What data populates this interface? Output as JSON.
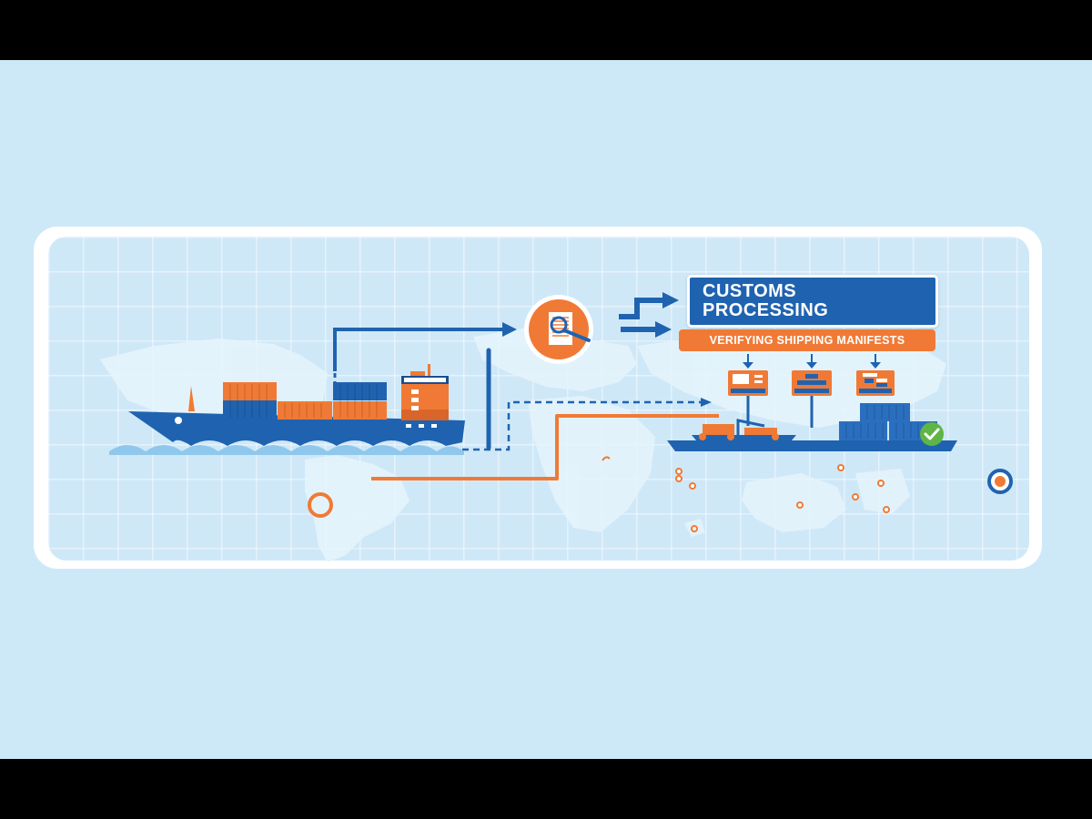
{
  "diagram": {
    "title_line1": "CUSTOMS",
    "title_line2": "PROCESSING",
    "subtitle": "VERIFYING SHIPPING MANIFESTS",
    "icons": {
      "inspection": "document-magnifier-icon",
      "approval": "checkmark-icon",
      "target": "target-marker-icon",
      "origin": "origin-ring-icon"
    },
    "documents": [
      {
        "type": "manifest-list"
      },
      {
        "type": "org-chart"
      },
      {
        "type": "form"
      }
    ],
    "colors": {
      "background": "#cde9f8",
      "primary_blue": "#1f63b0",
      "accent_orange": "#f07a35",
      "approval_green": "#5fb546",
      "frame": "#ffffff"
    }
  }
}
